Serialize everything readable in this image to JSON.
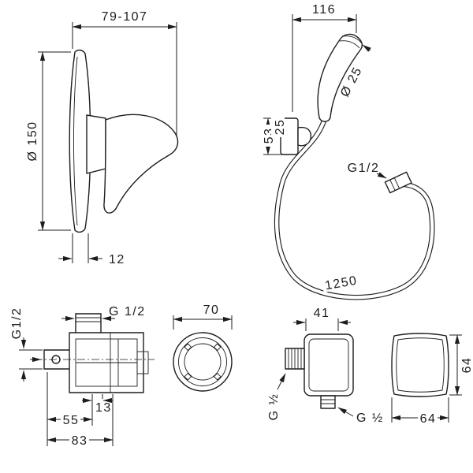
{
  "drawing": {
    "ink": "#1d1d1d",
    "background": "#ffffff"
  },
  "figures": {
    "mixer_side_view": {
      "installation_depth_range": "79-107",
      "plate_diameter": "Ø 150",
      "plate_thickness": "12"
    },
    "hand_shower": {
      "overall_width": "116",
      "spray_face_diameter": "Ø 25",
      "holder_height": "53",
      "holder_width": "25",
      "hose_thread": "G1/2",
      "hose_length": "1250"
    },
    "valve_section": {
      "side_thread": "G1/2",
      "top_thread": "G 1/2",
      "depth_front": "13",
      "depth_mid": "55",
      "depth_total": "83"
    },
    "valve_front": {
      "rough_in_diameter": "70"
    },
    "wall_outlet": {
      "body_width": "41",
      "side_thread": "G ½",
      "bottom_thread": "G ½"
    },
    "outlet_escutcheon": {
      "height": "64",
      "width": "64"
    }
  }
}
